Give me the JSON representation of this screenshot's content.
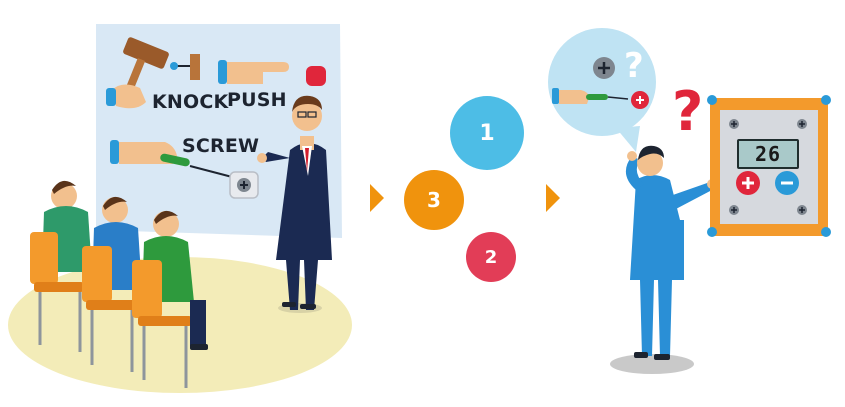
{
  "slide": {
    "knock_label": "KNOCK",
    "push_label": "PUSH",
    "screw_label": "SCREW"
  },
  "steps": [
    {
      "label": "1",
      "color": "#4dbde6"
    },
    {
      "label": "3",
      "color": "#f0930d"
    },
    {
      "label": "2",
      "color": "#e23d57"
    }
  ],
  "bubble": {
    "question_mark": "?"
  },
  "big_question_mark": "?",
  "counter": {
    "display_value": "26"
  },
  "colors": {
    "arrow": "#f0930d",
    "slide_bg": "#d9e8f5",
    "floor": "#f3ecb8",
    "box_orange": "#f39a2c",
    "plus_red": "#e0263b",
    "minus_blue": "#2a9ad8",
    "question_red": "#e0263b"
  },
  "icons": [
    "hammer-icon",
    "push-button-icon",
    "screwdriver-icon",
    "screw-icon",
    "plus-icon",
    "minus-icon",
    "arrow-right-icon"
  ]
}
